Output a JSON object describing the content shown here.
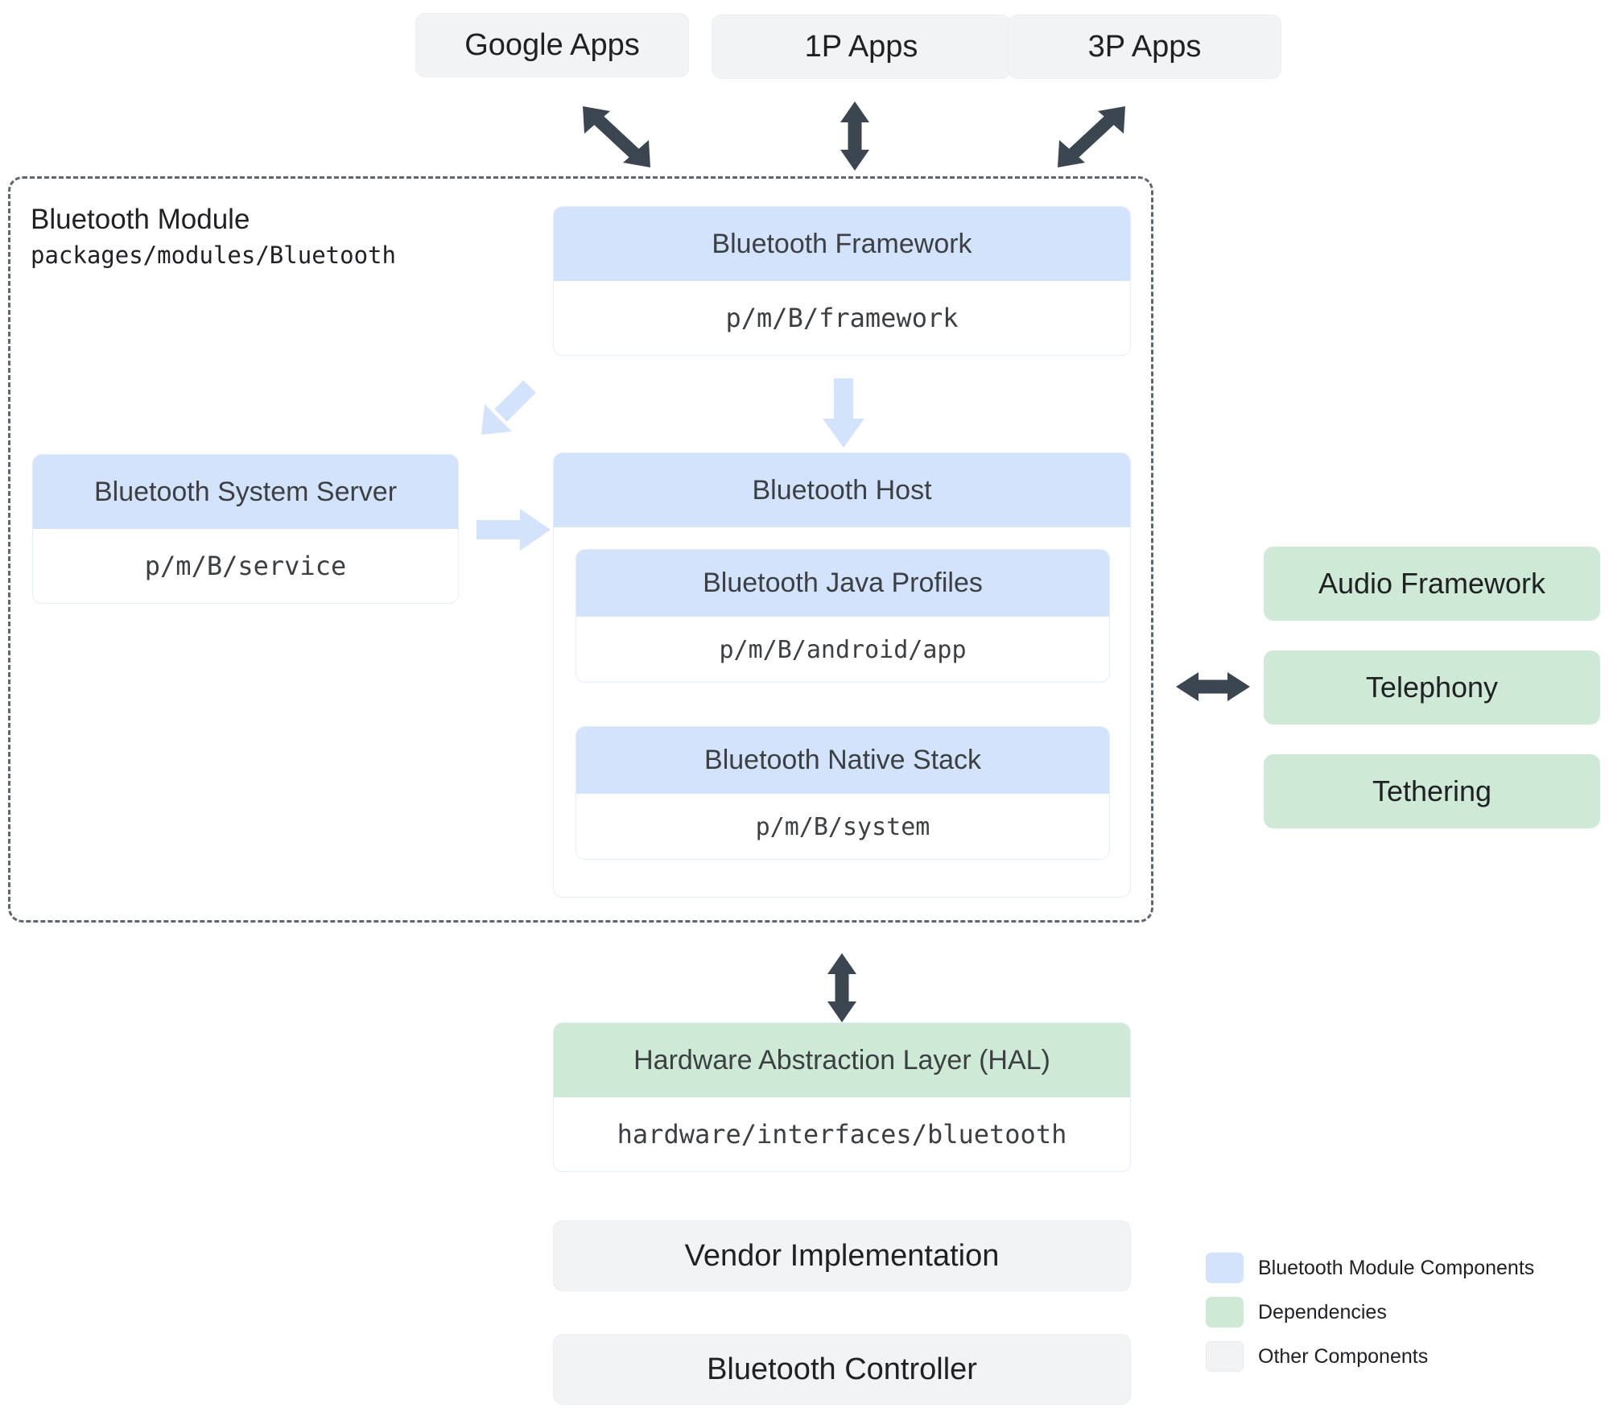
{
  "apps": [
    {
      "label": "Google Apps"
    },
    {
      "label": "1P Apps"
    },
    {
      "label": "3P Apps"
    }
  ],
  "module": {
    "title": "Bluetooth Module",
    "path": "packages/modules/Bluetooth"
  },
  "components": {
    "framework": {
      "title": "Bluetooth Framework",
      "path": "p/m/B/framework"
    },
    "system_server": {
      "title": "Bluetooth System Server",
      "path": "p/m/B/service"
    },
    "host": {
      "title": "Bluetooth Host"
    },
    "java_profiles": {
      "title": "Bluetooth Java Profiles",
      "path": "p/m/B/android/app"
    },
    "native_stack": {
      "title": "Bluetooth Native Stack",
      "path": "p/m/B/system"
    }
  },
  "dependencies": [
    {
      "label": "Audio Framework"
    },
    {
      "label": "Telephony"
    },
    {
      "label": "Tethering"
    }
  ],
  "hal": {
    "title": "Hardware Abstraction Layer (HAL)",
    "path": "hardware/interfaces/bluetooth"
  },
  "lower": [
    {
      "label": "Vendor Implementation"
    },
    {
      "label": "Bluetooth Controller"
    }
  ],
  "legend": [
    {
      "label": "Bluetooth Module Components",
      "color": "#d4e3fc"
    },
    {
      "label": "Dependencies",
      "color": "#cee9d6"
    },
    {
      "label": "Other Components",
      "color": "#f1f3f4"
    }
  ],
  "colors": {
    "module_blue": "#d4e3fc",
    "dependency_green": "#cee9d6",
    "other_grey": "#f1f3f4",
    "arrow_dark": "#3c4650",
    "arrow_light_blue": "#d4e3fc",
    "dashed_border": "#5f6672"
  }
}
